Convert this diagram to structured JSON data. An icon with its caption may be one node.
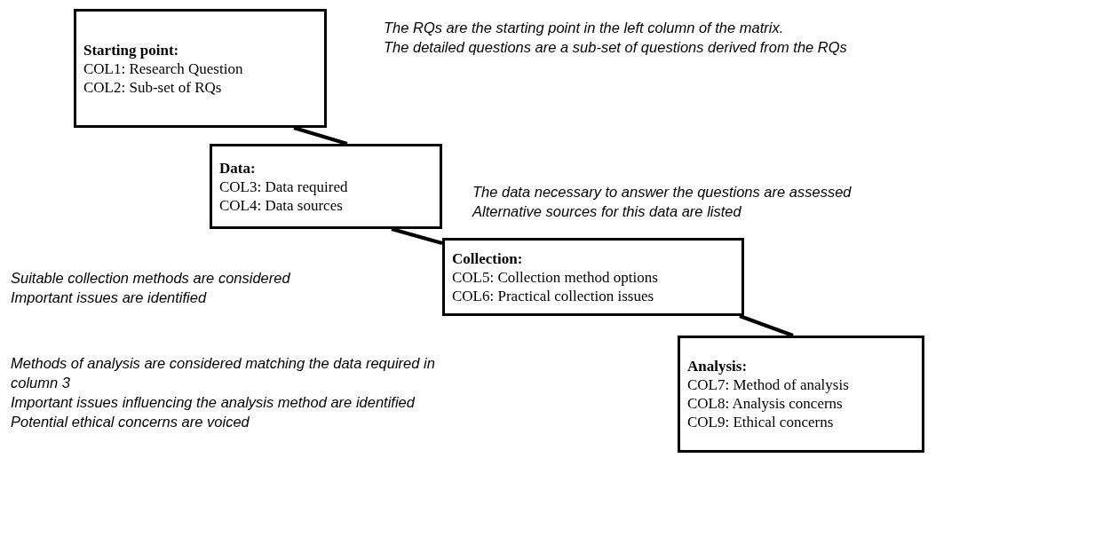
{
  "diagram": {
    "nodes": [
      {
        "text": [
          "Starting point:",
          "COL1: Research Question",
          "COL2: Sub-set of RQs"
        ]
      },
      {
        "text": [
          "Data:",
          "COL3: Data required",
          "COL4: Data sources"
        ]
      },
      {
        "text": [
          "Collection:",
          "COL5: Collection method options",
          "COL6: Practical collection issues"
        ]
      },
      {
        "text": [
          "Analysis:",
          "COL7: Method of analysis",
          "COL8: Analysis concerns",
          "COL9: Ethical concerns"
        ]
      }
    ],
    "edges": [
      {
        "from": 0,
        "to": 1,
        "arrow": "none"
      },
      {
        "from": 1,
        "to": 2,
        "arrow": "none"
      },
      {
        "from": 2,
        "to": 3,
        "arrow": "none"
      }
    ],
    "labels": [
      "The RQs are the starting point in the left column of the matrix.",
      "The detailed questions are a sub-set of questions derived from the RQs",
      "The data necessary to answer the questions are assessed",
      "Alternative sources for this data are listed",
      "Suitable collection methods are considered",
      "Important issues are identified",
      "Methods of analysis are considered matching the data required in column 3",
      "Important issues influencing the analysis method are identified",
      "Potential ethical concerns are voiced"
    ]
  }
}
